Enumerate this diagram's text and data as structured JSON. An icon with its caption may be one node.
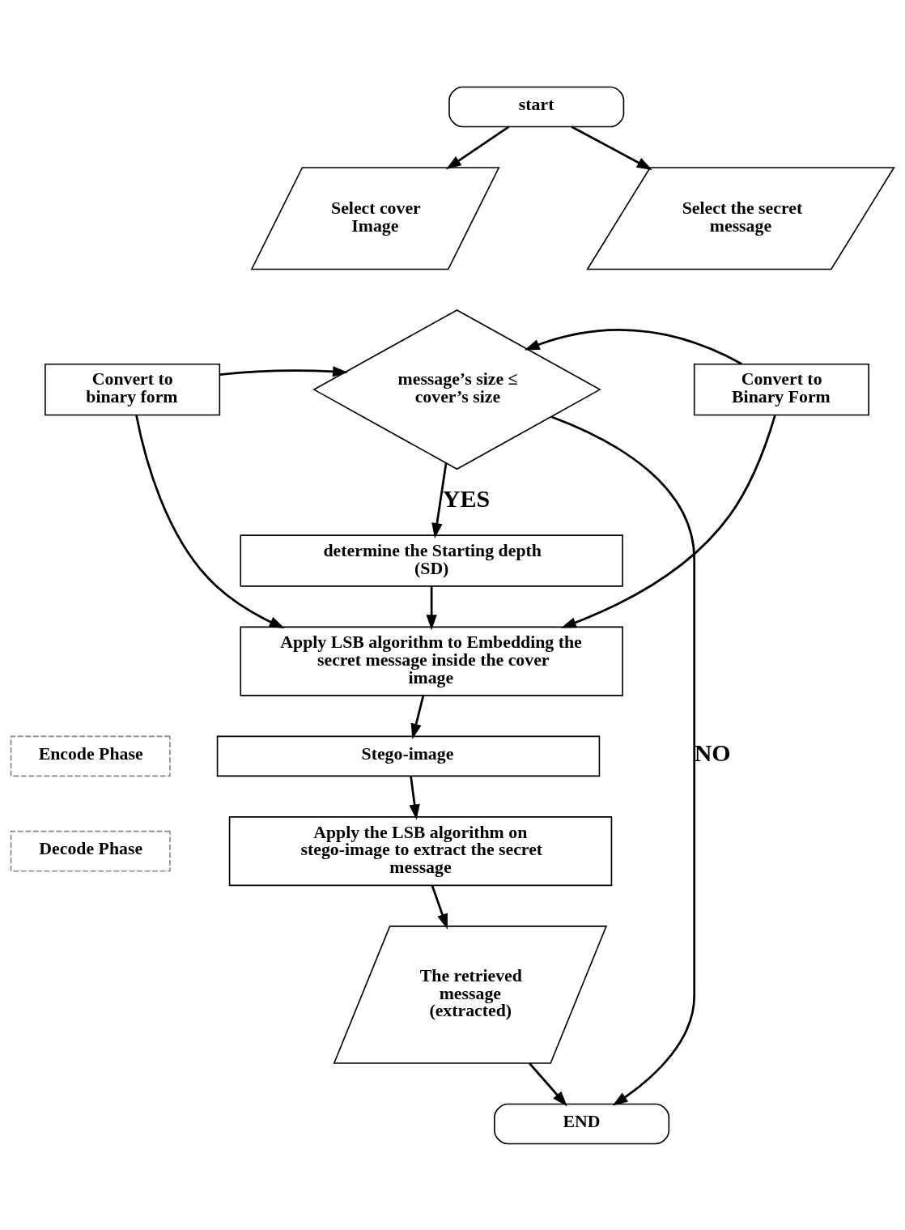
{
  "diagram": {
    "nodes": [
      {
        "text": [
          "start"
        ]
      },
      {
        "text": [
          "Select cover Image"
        ]
      },
      {
        "text": [
          "Select the secret message"
        ]
      },
      {
        "text": [
          "Convert to binary form"
        ]
      },
      {
        "text": [
          "message’s size ≤ cover’s size"
        ]
      },
      {
        "text": [
          "Convert to Binary Form"
        ]
      },
      {
        "text": [
          "determine the Starting depth (SD)"
        ]
      },
      {
        "text": [
          "Apply LSB algorithm to Embedding the secret message inside the cover image"
        ]
      },
      {
        "text": [
          "Stego-image"
        ]
      },
      {
        "text": [
          "Apply the LSB algorithm on stego-image to extract the secret message"
        ]
      },
      {
        "text": [
          "The retrieved message (extracted)"
        ]
      },
      {
        "text": [
          "END"
        ]
      },
      {
        "text": [
          "Encode Phase"
        ]
      },
      {
        "text": [
          "Decode Phase"
        ]
      }
    ],
    "edges": [
      {
        "from": 0,
        "to": 1,
        "arrow": "to"
      },
      {
        "from": 0,
        "to": 2,
        "arrow": "to"
      },
      {
        "from": 3,
        "to": 4,
        "arrow": "to"
      },
      {
        "from": 5,
        "to": 4,
        "arrow": "to"
      },
      {
        "from": 4,
        "to": 6,
        "arrow": "to",
        "label": "YES"
      },
      {
        "from": 4,
        "to": 11,
        "arrow": "to",
        "label": "NO"
      },
      {
        "from": 3,
        "to": 7,
        "arrow": "to"
      },
      {
        "from": 5,
        "to": 7,
        "arrow": "to"
      },
      {
        "from": 6,
        "to": 7,
        "arrow": "to"
      },
      {
        "from": 7,
        "to": 8,
        "arrow": "to"
      },
      {
        "from": 8,
        "to": 9,
        "arrow": "to"
      },
      {
        "from": 9,
        "to": 10,
        "arrow": "to"
      },
      {
        "from": 10,
        "to": 11,
        "arrow": "to"
      }
    ]
  }
}
